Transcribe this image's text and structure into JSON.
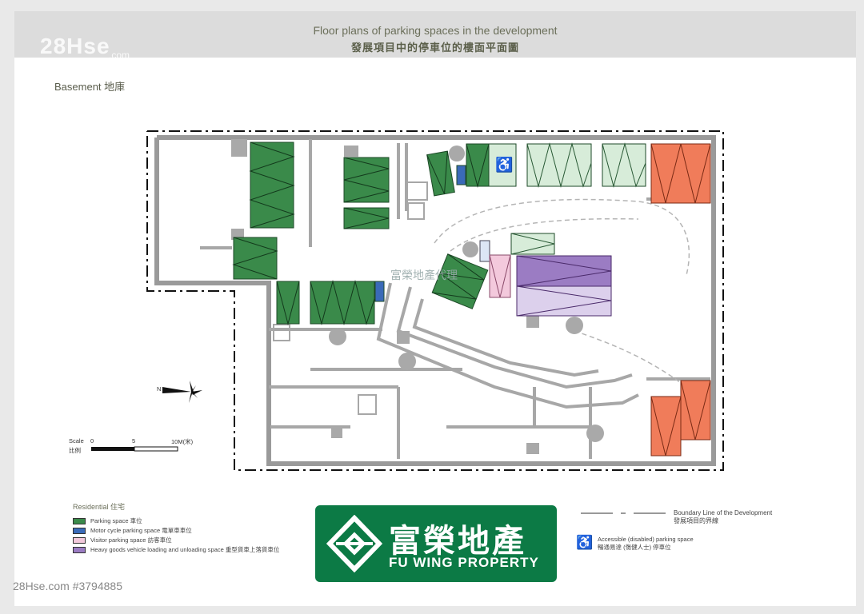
{
  "header": {
    "title_en": "Floor plans of parking spaces in the development",
    "title_zh": "發展項目中的停車位的樓面平面圖"
  },
  "watermark": {
    "site": "28Hse",
    "domain": ".com",
    "listing": "28Hse.com #3794885",
    "agent": "富榮地產代理"
  },
  "floor_label": "Basement 地庫",
  "north_label": "N",
  "scale": {
    "label_en": "Scale",
    "label_zh": "比例",
    "ticks": [
      "0",
      "5",
      "10M(米)"
    ]
  },
  "legend": {
    "title": "Residential 住宅",
    "items": [
      {
        "label": "Parking space 車位",
        "color": "#3a8a4a"
      },
      {
        "label": "Motor cycle parking space 電單車車位",
        "color": "#3a6ab8"
      },
      {
        "label": "Visitor parking space 訪客車位",
        "color": "#f3c9dc"
      },
      {
        "label": "Heavy goods vehicle loading and unloading space 重型貨車上落貨車位",
        "color": "#9b7cc3"
      }
    ]
  },
  "boundary": {
    "label_en": "Boundary Line of the Development",
    "label_zh": "發展項目的界線"
  },
  "accessible": {
    "label_en": "Accessible (disabled) parking space",
    "label_zh": "暢通易達 (傷健人士) 停車位",
    "icon": "wheelchair-icon"
  },
  "logo": {
    "name_zh": "富榮地產",
    "name_en": "FU WING PROPERTY",
    "color": "#0c7a45"
  },
  "colors": {
    "parking": "#3a8a4a",
    "parking_light": "#d7ecd9",
    "motorcycle": "#3a6ab8",
    "visitor": "#f3c9dc",
    "heavy_goods": "#9b7cc3",
    "heavy_goods_light": "#dcd0ec",
    "lgv": "#f07c5a"
  }
}
